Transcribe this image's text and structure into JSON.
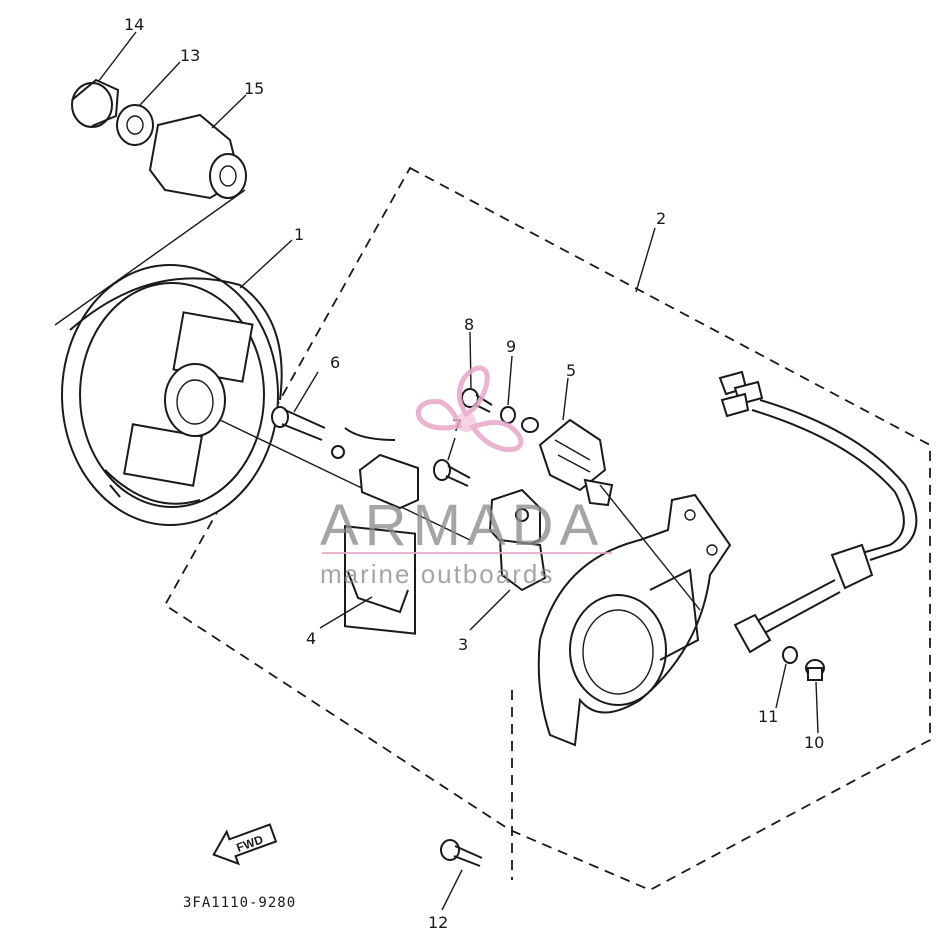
{
  "callouts": {
    "p1": "1",
    "p2": "2",
    "p3": "3",
    "p4": "4",
    "p5": "5",
    "p6": "6",
    "p7": "7",
    "p8": "8",
    "p9": "9",
    "p10": "10",
    "p11": "11",
    "p12": "12",
    "p13": "13",
    "p14": "14",
    "p15": "15"
  },
  "fwd_label": "FWD",
  "diagram_code": "3FA1110-9280",
  "watermark": {
    "brand": "ARMADA",
    "tagline": "marine outboards",
    "text_color": "#8a8a8a",
    "accent_color": "#e8a6c8"
  },
  "icons": {
    "logo": "propeller-icon",
    "direction": "fwd-arrow-icon"
  }
}
